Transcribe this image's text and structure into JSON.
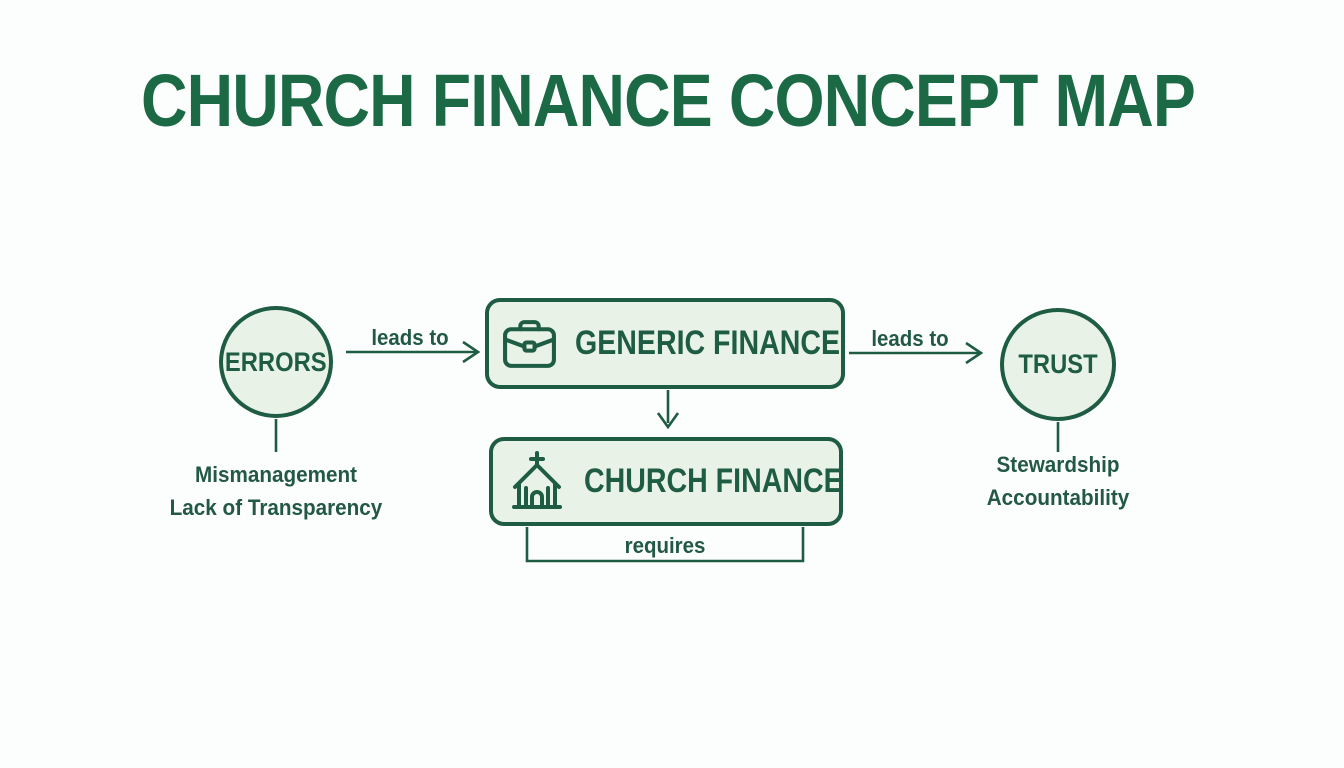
{
  "title": "CHURCH FINANCE CONCEPT MAP",
  "colors": {
    "accent": "#1e5c43",
    "title_text": "#1b6a45",
    "body_text": "#235847",
    "node_fill": "#e9f2e7",
    "background": "#fcfefd"
  },
  "nodes": {
    "errors": {
      "label": "ERRORS",
      "shape": "circle",
      "sub": [
        "Mismanagement",
        "Lack of Transparency"
      ]
    },
    "generic_finance": {
      "label": "GENERIC FINANCE",
      "shape": "rounded-box",
      "icon": "briefcase-icon"
    },
    "church_finance": {
      "label": "CHURCH FINANCE",
      "shape": "rounded-box",
      "icon": "church-icon"
    },
    "trust": {
      "label": "TRUST",
      "shape": "circle",
      "sub": [
        "Stewardship",
        "Accountability"
      ]
    }
  },
  "edges": {
    "errors_to_generic": {
      "label": "leads to",
      "type": "arrow-right"
    },
    "generic_to_church": {
      "label": "",
      "type": "arrow-down"
    },
    "generic_to_trust": {
      "label": "leads to",
      "type": "arrow-right"
    },
    "church_requires": {
      "label": "requires",
      "type": "bracket-below"
    }
  }
}
